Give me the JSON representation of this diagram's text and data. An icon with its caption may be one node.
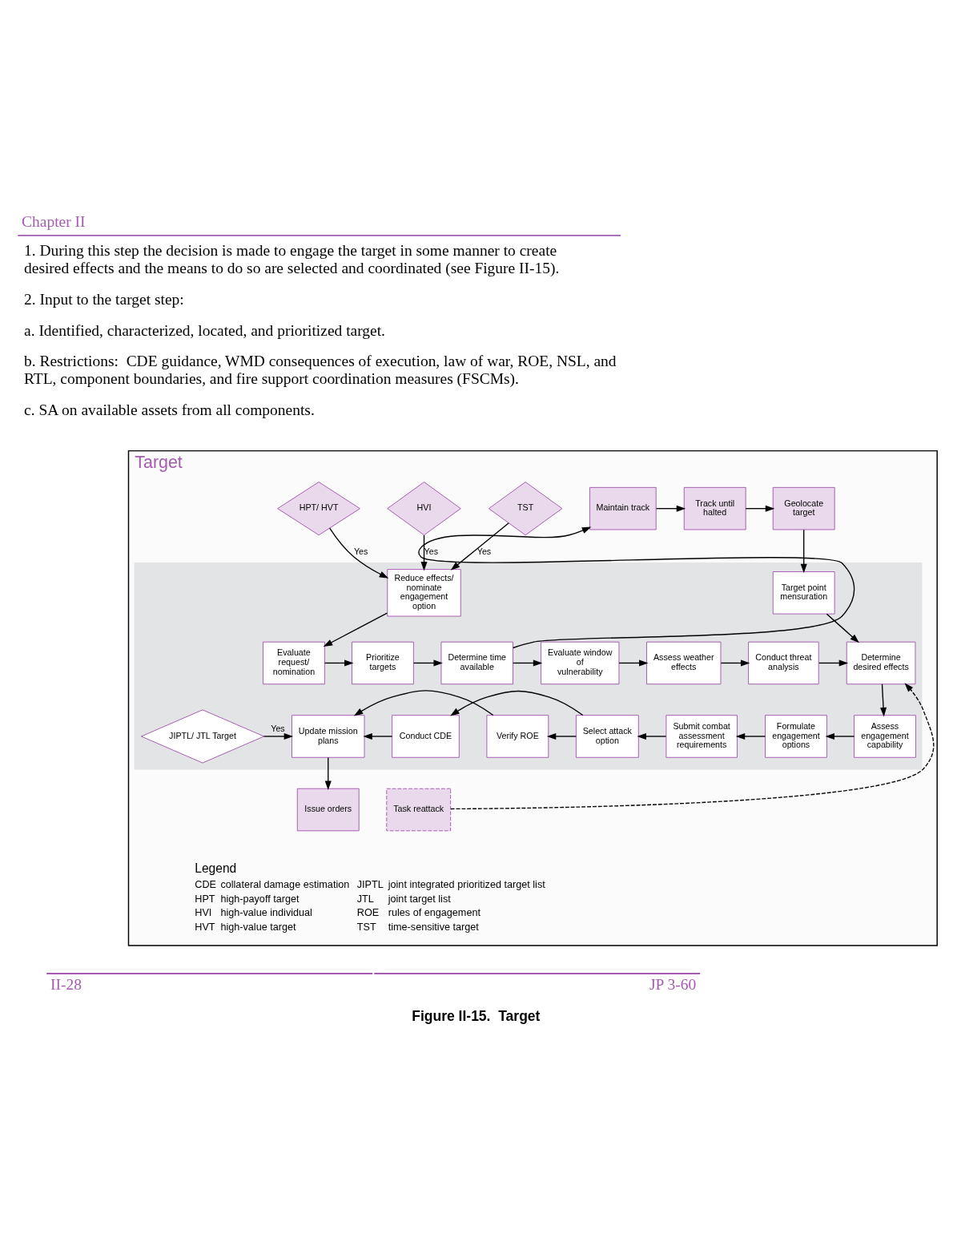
{
  "diagram": {
    "caption": "Figure II-15.  Target",
    "nodes": [
      {
        "text": [
          "Target"
        ]
      },
      {
        "text": [
          "HPT/ HVT"
        ],
        "in": 0
      },
      {
        "text": [
          "HVI"
        ],
        "in": 0
      },
      {
        "text": [
          "TST"
        ],
        "in": 0
      },
      {
        "text": [
          "Maintain track"
        ],
        "in": 0
      },
      {
        "text": [
          "Track until halted"
        ],
        "in": 0
      },
      {
        "text": [
          "Geolocate target"
        ],
        "in": 0
      },
      {
        "text": [],
        "shape": "band",
        "in": 0
      },
      {
        "text": [
          "Reduce effects/ nominate engagement option"
        ],
        "in": 7
      },
      {
        "text": [
          "Target point mensuration"
        ],
        "in": 7
      },
      {
        "text": [
          "Evaluate request/ nomination"
        ],
        "in": 7
      },
      {
        "text": [
          "Prioritize targets"
        ],
        "in": 7
      },
      {
        "text": [
          "Determine time available"
        ],
        "in": 7
      },
      {
        "text": [
          "Evaluate window of vulnerability"
        ],
        "in": 7
      },
      {
        "text": [
          "Assess weather effects"
        ],
        "in": 7
      },
      {
        "text": [
          "Conduct threat analysis"
        ],
        "in": 7
      },
      {
        "text": [
          "Determine desired effects"
        ],
        "in": 7
      },
      {
        "text": [
          "Conduct CDE"
        ],
        "in": 7
      },
      {
        "text": [
          "JIPTL/ JTL Target"
        ],
        "in": 7
      },
      {
        "text": [
          "Update mission plans"
        ],
        "in": 7
      },
      {
        "text": [
          "Select attack option"
        ],
        "in": 7
      },
      {
        "text": [
          "Submit combat assessment requirements"
        ],
        "in": 7
      },
      {
        "text": [
          "Formulate engagement options"
        ],
        "in": 7
      },
      {
        "text": [
          "Assess engagement capability"
        ],
        "in": 7
      },
      {
        "text": [
          "Verify ROE"
        ],
        "in": 7
      },
      {
        "text": [
          "Issue orders"
        ],
        "in": 0
      },
      {
        "text": [
          "Task reattack"
        ],
        "in": 0
      }
    ],
    "edges": [
      {
        "from": 1,
        "to": 8,
        "arrow": "to",
        "label": "Yes"
      },
      {
        "from": 2,
        "to": 8,
        "arrow": "to",
        "label": "Yes"
      },
      {
        "from": 3,
        "to": 8,
        "arrow": "to",
        "label": "Yes"
      },
      {
        "from": 8,
        "to": 10,
        "arrow": "to"
      },
      {
        "from": 10,
        "to": 11,
        "arrow": "to"
      },
      {
        "from": 11,
        "to": 12,
        "arrow": "to"
      },
      {
        "from": 12,
        "to": 4,
        "arrow": "to"
      },
      {
        "from": 4,
        "to": 5,
        "arrow": "to"
      },
      {
        "from": 5,
        "to": 6,
        "arrow": "to"
      },
      {
        "from": 6,
        "to": 9,
        "arrow": "to"
      },
      {
        "from": 9,
        "to": 16,
        "arrow": "to"
      },
      {
        "from": 12,
        "to": 13,
        "arrow": "to"
      },
      {
        "from": 13,
        "to": 14,
        "arrow": "to"
      },
      {
        "from": 14,
        "to": 15,
        "arrow": "to"
      },
      {
        "from": 15,
        "to": 16,
        "arrow": "to"
      },
      {
        "from": 16,
        "to": 23,
        "arrow": "to"
      },
      {
        "from": 23,
        "to": 22,
        "arrow": "to"
      },
      {
        "from": 22,
        "to": 21,
        "arrow": "to"
      },
      {
        "from": 21,
        "to": 20,
        "arrow": "to"
      },
      {
        "from": 20,
        "to": 17,
        "arrow": "to"
      },
      {
        "from": 20,
        "to": 24,
        "arrow": "to"
      },
      {
        "from": 17,
        "to": 19,
        "arrow": "to"
      },
      {
        "from": 24,
        "to": 19,
        "arrow": "to"
      },
      {
        "from": 18,
        "to": 19,
        "arrow": "to",
        "label": "Yes"
      },
      {
        "from": 19,
        "to": 25,
        "arrow": "to"
      },
      {
        "from": 26,
        "to": 16,
        "arrow": "to",
        "style": "dashed"
      }
    ],
    "labels": [
      "Chapter II",
      "1. During this step the decision is made to engage the target in some manner to create desired effects and the means to do so are selected and coordinated (see Figure II-15).",
      "2. Input to the target step:",
      "a. Identified, characterized, located, and prioritized target.",
      "b. Restrictions:  CDE guidance, WMD consequences of execution, law of war, ROE, NSL, and RTL, component boundaries, and fire support coordination measures (FSCMs).",
      "c. SA on available assets from all components.",
      "Legend",
      "CDE",
      "collateral damage estimation",
      "JIPTL",
      "joint integrated prioritized target list",
      "HPT",
      "high-payoff target",
      "JTL",
      "joint target list",
      "HVI",
      "high-value individual",
      "ROE",
      "rules of engagement",
      "HVT",
      "high-value target",
      "TST",
      "time-sensitive target",
      "II-28",
      "JP 3-60"
    ]
  }
}
